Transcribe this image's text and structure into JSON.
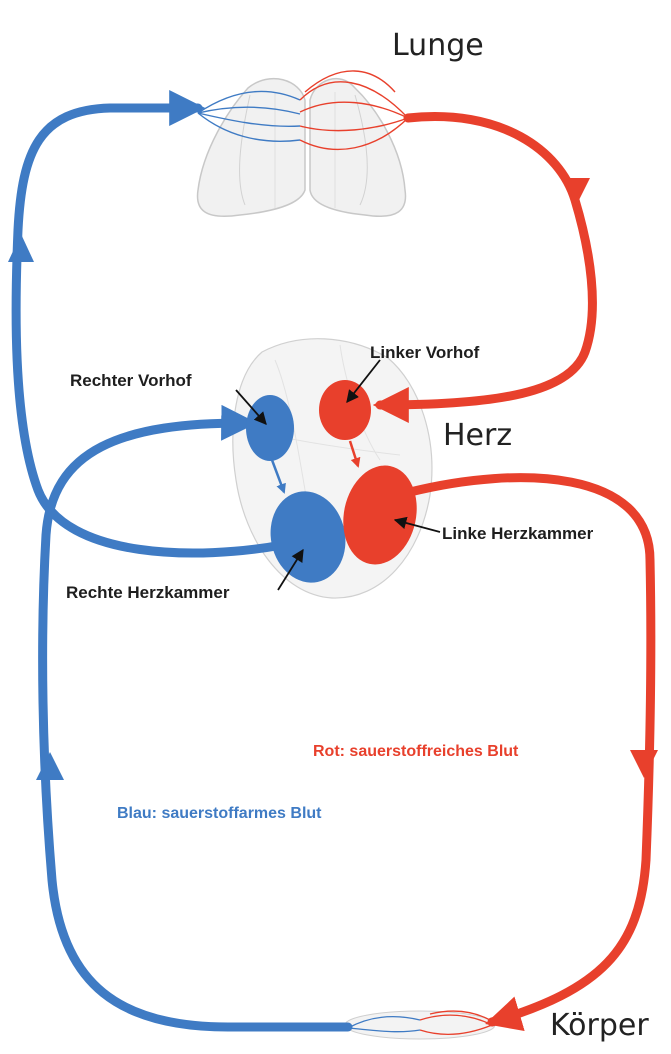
{
  "labels": {
    "lunge": "Lunge",
    "herz": "Herz",
    "koerper": "Körper",
    "rechter_vorhof": "Rechter Vorhof",
    "linker_vorhof": "Linker Vorhof",
    "rechte_herzkammer": "Rechte Herzkammer",
    "linke_herzkammer": "Linke Herzkammer"
  },
  "legend": {
    "red": "Rot: sauerstoffreiches Blut",
    "blue": "Blau: sauerstoffarmes Blut"
  },
  "colors": {
    "oxygen_rich": "#e8402c",
    "oxygen_poor": "#3f7bc4"
  }
}
